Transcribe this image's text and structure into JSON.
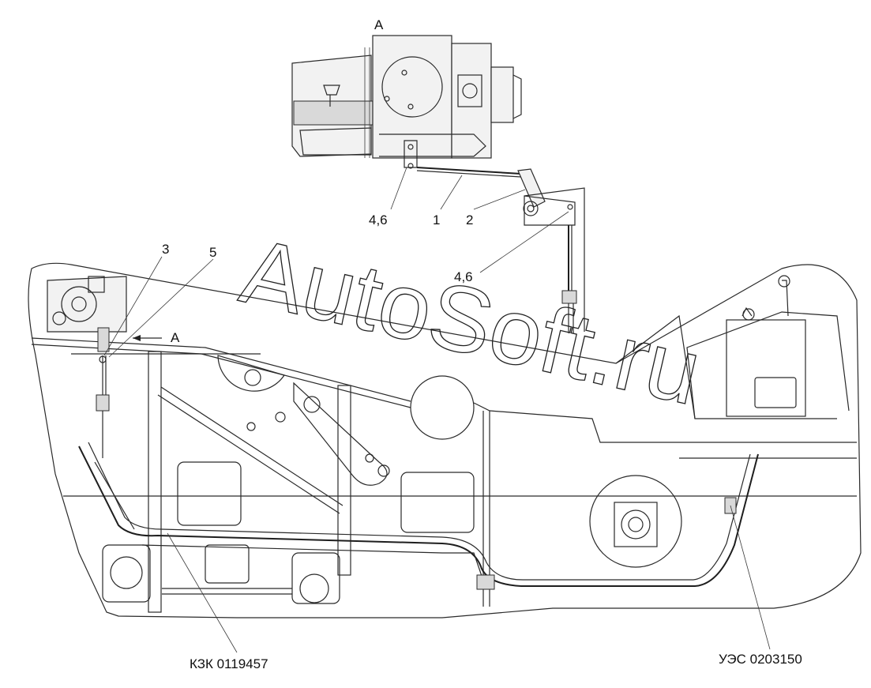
{
  "view_title": "А",
  "view_arrow_label": "А",
  "callouts": {
    "c1": "1",
    "c2": "2",
    "c3": "3",
    "c5": "5",
    "c46_top": "4,6",
    "c46_right": "4,6"
  },
  "part_refs": {
    "left": "КЗК 0119457",
    "right": "УЭС 0203150"
  },
  "watermark": "AutoSoft.ru"
}
